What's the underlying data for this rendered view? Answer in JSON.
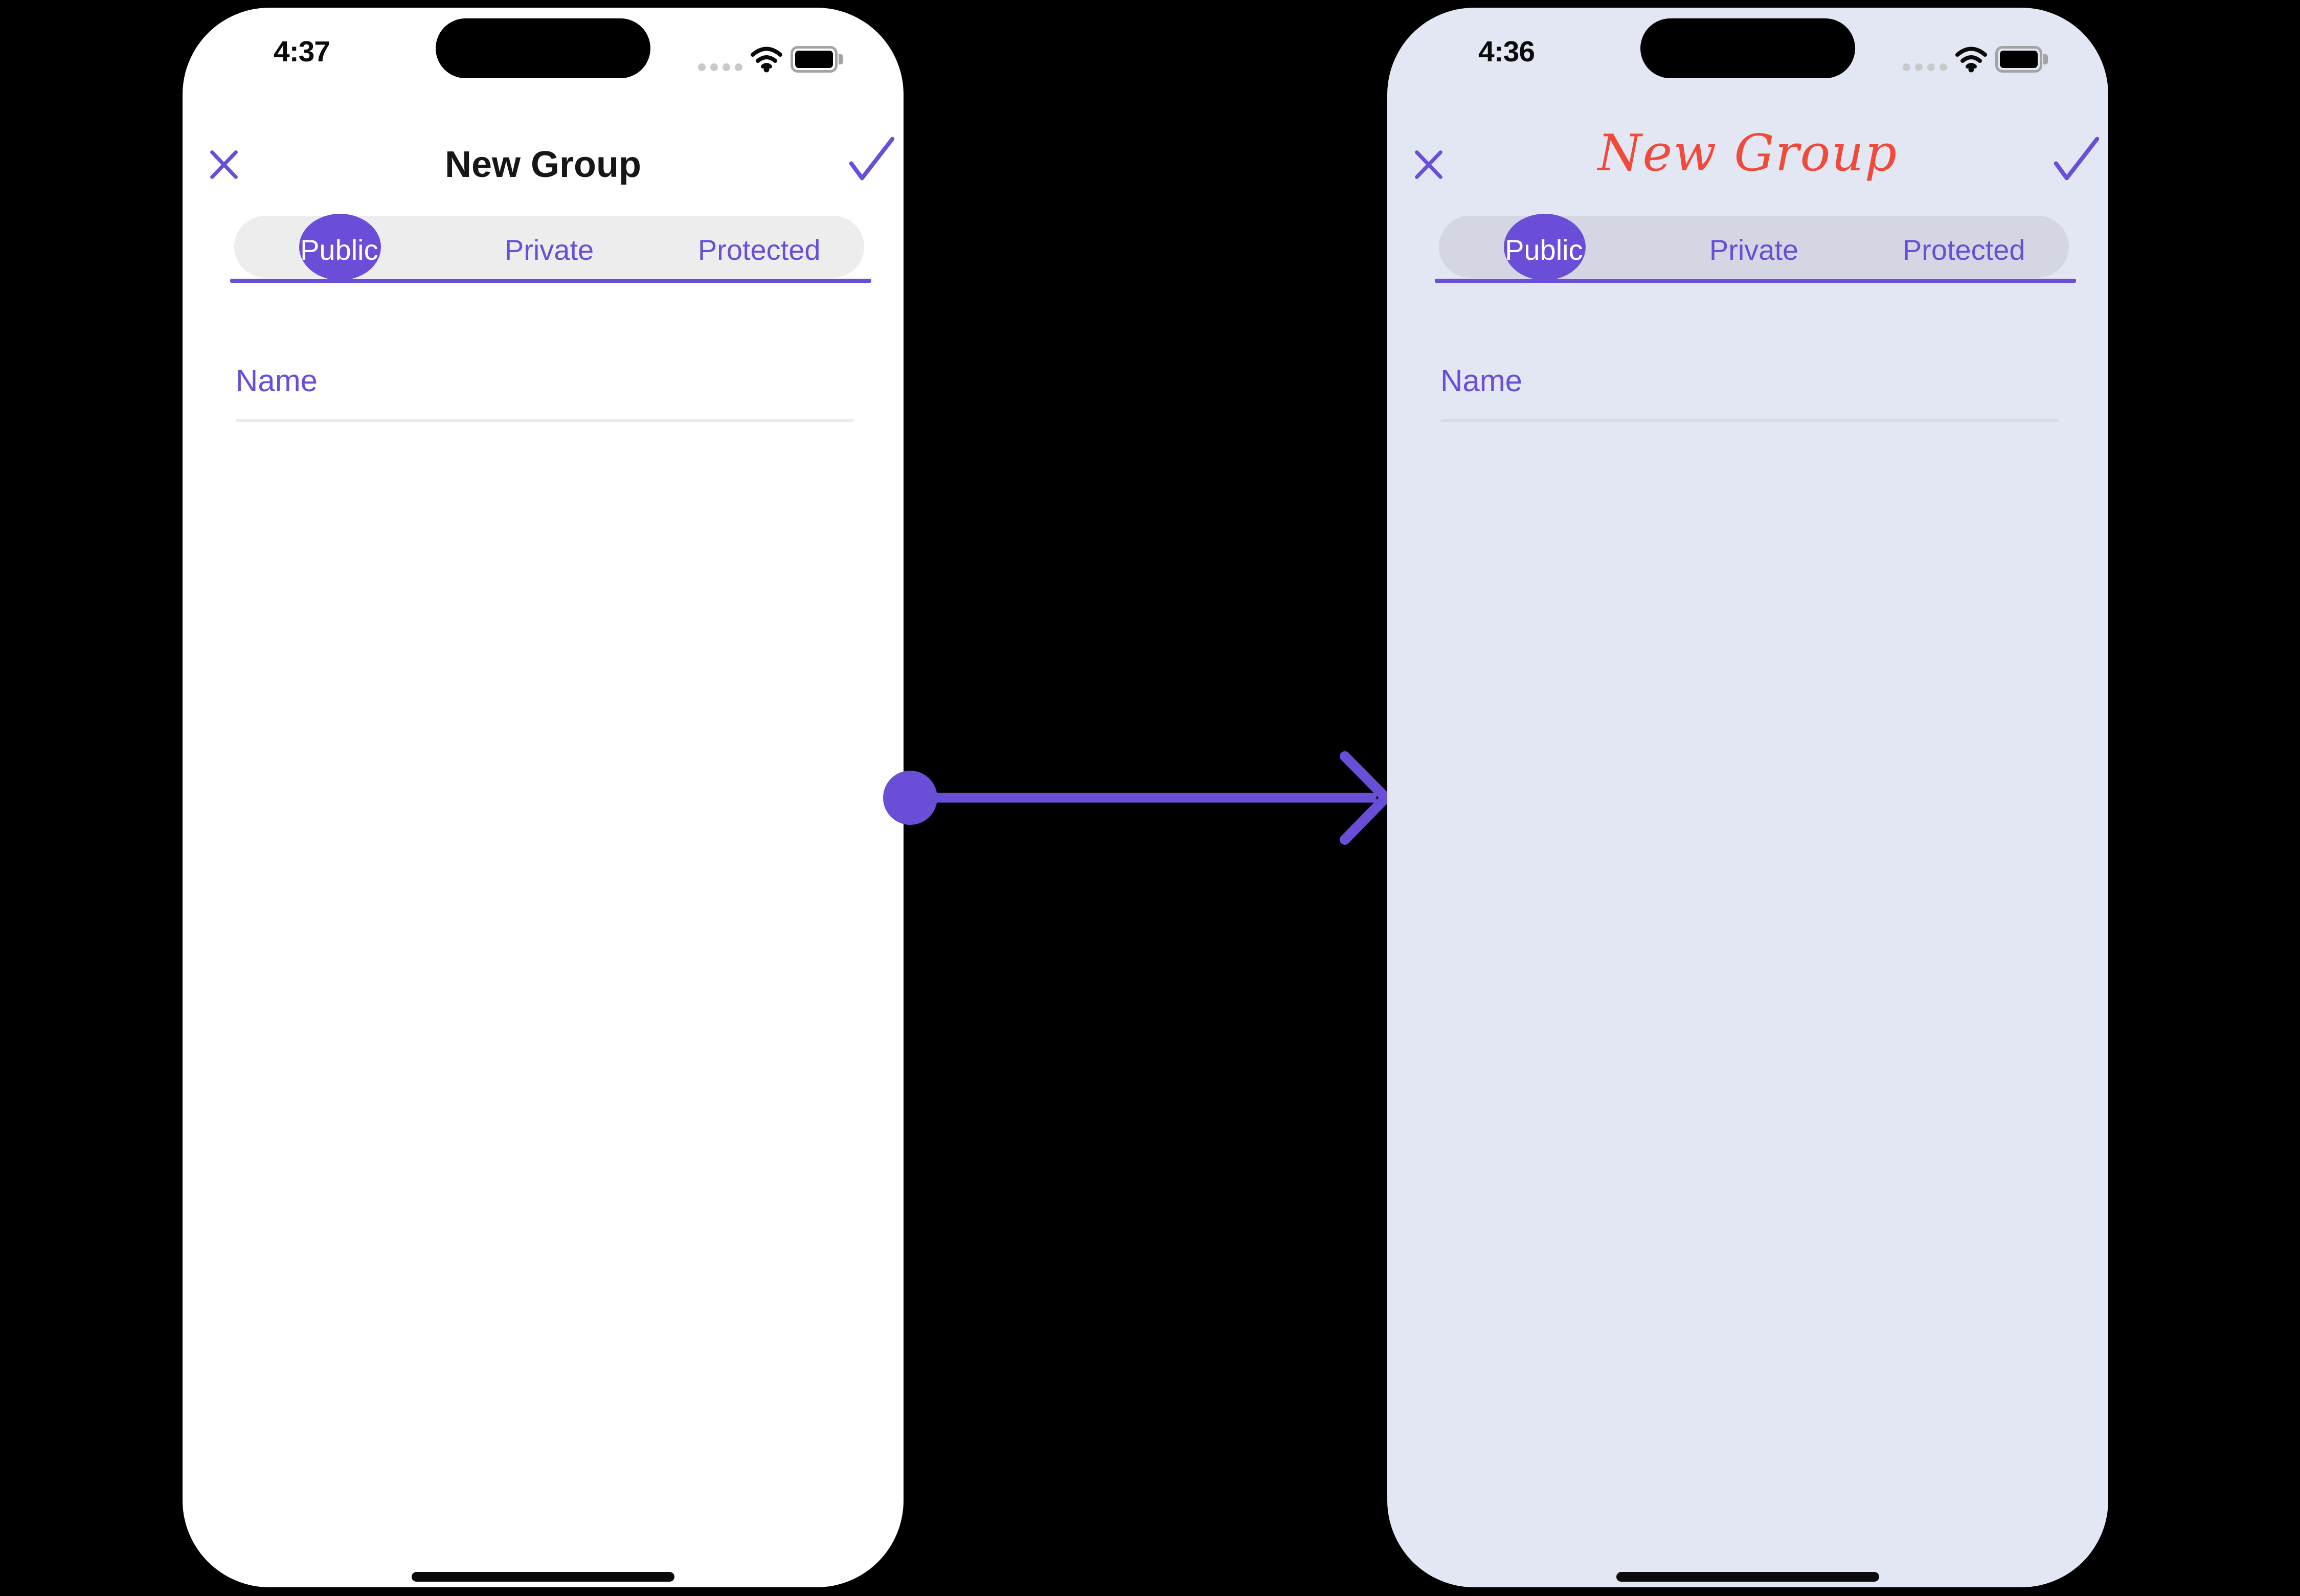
{
  "scene": {
    "background": "#000000",
    "transition_arrow": {
      "icon": "arrow-right-icon",
      "color": "#6a4ed8",
      "direction": "left-to-right"
    }
  },
  "colors": {
    "accent_purple": "#6a4ed8",
    "title_black": "#161616",
    "title_red": "#f04b3a",
    "phone_before_bg": "#ffffff",
    "phone_after_bg": "#e2e7f3",
    "segmented_before_bg": "#ededee",
    "segmented_after_bg": "#d4d7e3",
    "input_underline_before": "#ebebeb",
    "input_underline_after": "#d6dae5",
    "status_dots_gray": "#c9c9c9"
  },
  "phones": [
    {
      "name": "new-group-default-theme",
      "status_bar": {
        "time": "4:37",
        "cellular_icon": "cellular-dots-icon",
        "wifi_icon": "wifi-icon",
        "battery_icon": "battery-icon"
      },
      "nav": {
        "close_icon": "x-icon",
        "title": "New Group",
        "title_style": "plain-black",
        "confirm_icon": "checkmark-icon"
      },
      "segmented": {
        "selected": "Public",
        "tabs": [
          {
            "label": "Public",
            "selected": true
          },
          {
            "label": "Private",
            "selected": false
          },
          {
            "label": "Protected",
            "selected": false
          }
        ]
      },
      "form": {
        "name_placeholder": "Name"
      },
      "home_indicator": "home-indicator-bar"
    },
    {
      "name": "new-group-custom-theme",
      "status_bar": {
        "time": "4:36",
        "cellular_icon": "cellular-dots-icon",
        "wifi_icon": "wifi-icon",
        "battery_icon": "battery-icon"
      },
      "nav": {
        "close_icon": "x-icon",
        "title": "New Group",
        "title_style": "script-red",
        "confirm_icon": "checkmark-icon"
      },
      "segmented": {
        "selected": "Public",
        "tabs": [
          {
            "label": "Public",
            "selected": true
          },
          {
            "label": "Private",
            "selected": false
          },
          {
            "label": "Protected",
            "selected": false
          }
        ]
      },
      "form": {
        "name_placeholder": "Name"
      },
      "home_indicator": "home-indicator-bar"
    }
  ]
}
